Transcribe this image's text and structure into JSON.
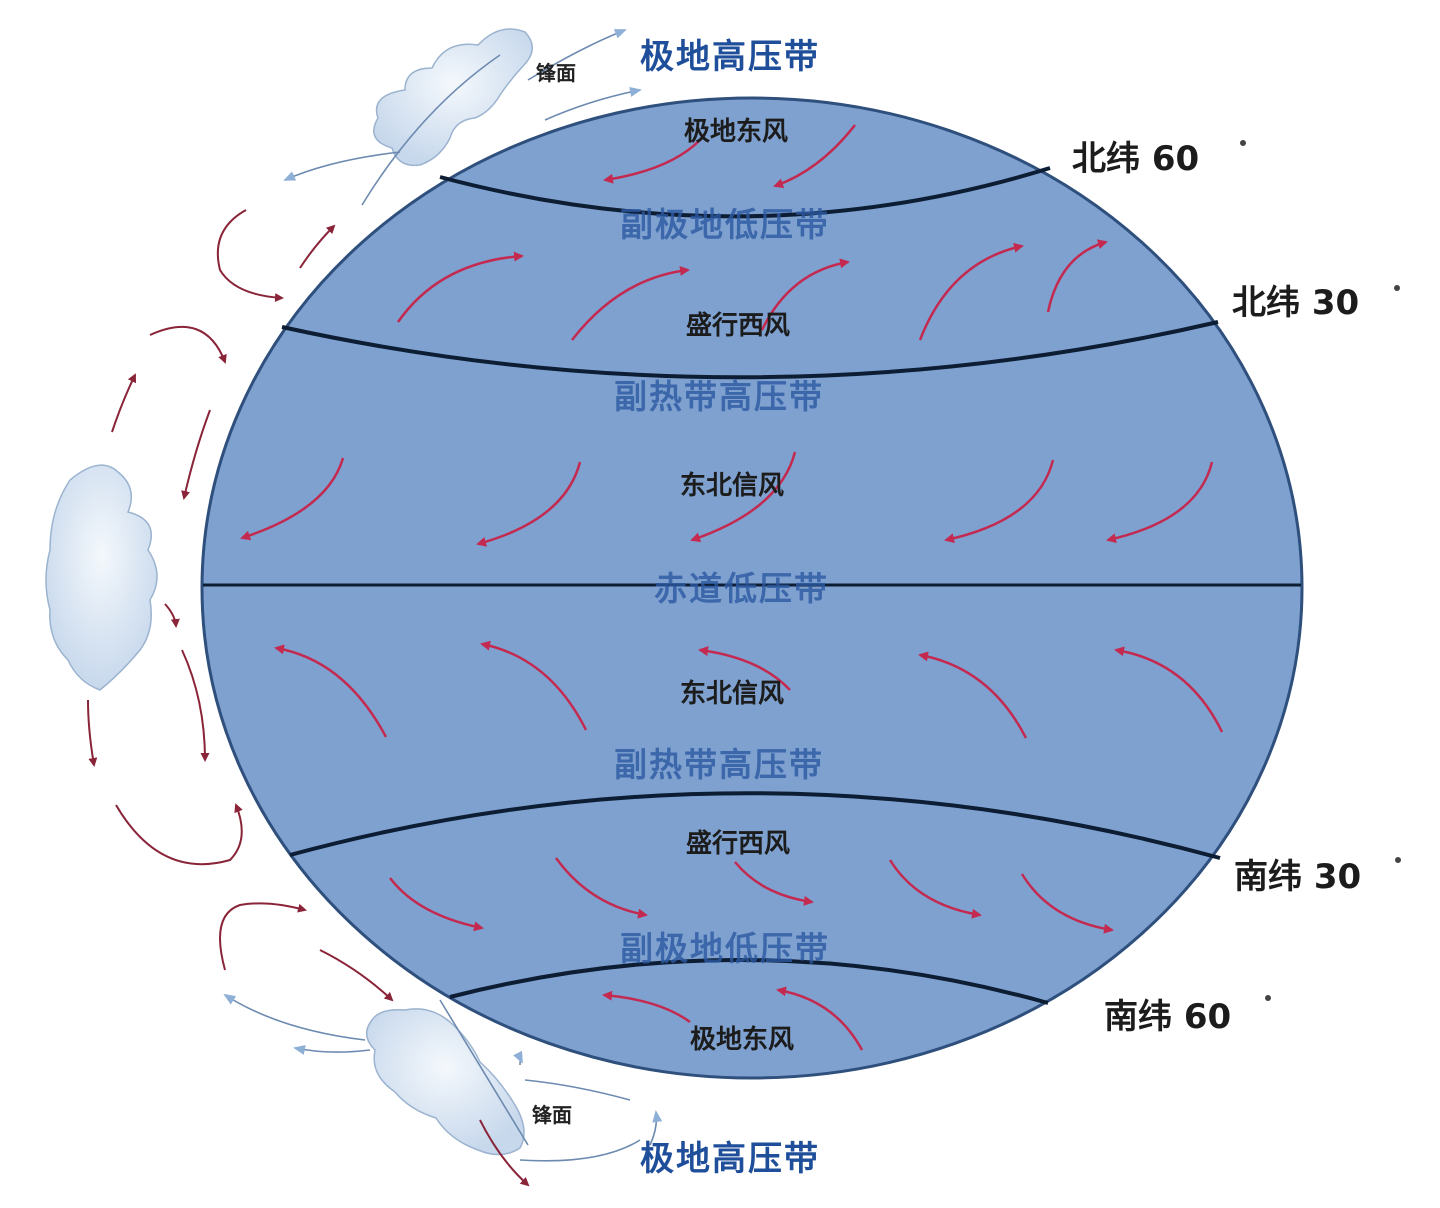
{
  "labels": {
    "north_polar_high": "极地高压带",
    "south_polar_high": "极地高压带",
    "north_polar_easterlies": "极地东风",
    "south_polar_easterlies": "极地东风",
    "north_subpolar_low": "副极地低压带",
    "south_subpolar_low": "副极地低压带",
    "north_westerlies": "盛行西风",
    "south_westerlies": "盛行西风",
    "north_subtropical_high": "副热带高压带",
    "south_subtropical_high": "副热带高压带",
    "north_trades": "东北信风",
    "south_trades": "东北信风",
    "equatorial_low": "赤道低压带",
    "lat_n60": "北纬 60",
    "lat_n30": "北纬 30",
    "lat_s30": "南纬 30",
    "lat_s60": "南纬 60",
    "front_north": "锋面",
    "front_south": "锋面"
  },
  "colors": {
    "globe_fill": "#7ea1d0",
    "globe_stroke": "#2f4f7d",
    "band_line": "#0d1d33",
    "wind_arrow": "#c42a50",
    "cell_arrow": "#8a2438",
    "upper_arrow": "#6d8ab0",
    "cloud_fill": "#dbe7f4",
    "belt_text": "#1f4e9a"
  }
}
